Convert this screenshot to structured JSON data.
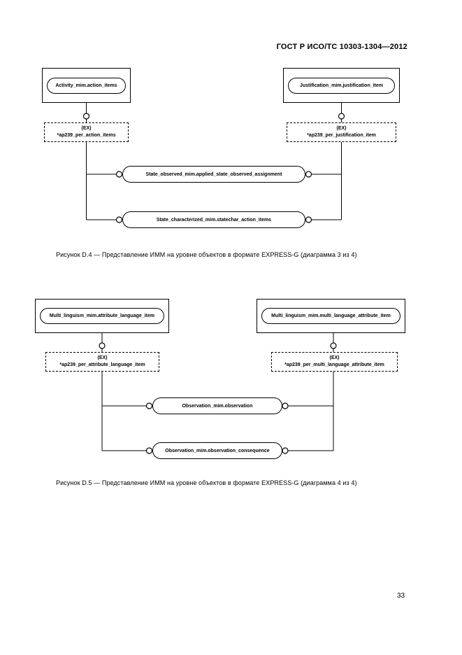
{
  "header": {
    "title": "ГОСТ Р ИСО/ТС 10303-1304—2012"
  },
  "page_number": "33",
  "diagrams": [
    {
      "caption": "Рисунок  D.4 — Представление ИММ на уровне объектов в формате EXPRESS-G (диаграмма 3 из 4)",
      "left_page_ref": "Activity_mim.action_items",
      "right_page_ref": "Justification_mim.justification_item",
      "left_ext": {
        "tag": "(EX)",
        "name": "*ap239_per_action_items"
      },
      "right_ext": {
        "tag": "(EX)",
        "name": "*ap239_per_justification_item"
      },
      "entities": [
        "State_observed_mim.applied_state_observed_assignment",
        "State_characterized_mim.statechar_action_items"
      ]
    },
    {
      "caption": "Рисунок  D.5 — Представление ИММ на уровне объектов в формате EXPRESS-G (диаграмма 4 из 4)",
      "left_page_ref": "Multi_linguism_mim.attribute_language_item",
      "right_page_ref": "Multi_linguism_mim.multi_language_attribute_item",
      "left_ext": {
        "tag": "(EX)",
        "name": "*ap239_per_attribute_language_item"
      },
      "right_ext": {
        "tag": "(EX)",
        "name": "*ap239_per_multi_language_attribute_item"
      },
      "entities": [
        "Observation_mim.observation",
        "Observation_mim.observation_consequence"
      ]
    }
  ]
}
